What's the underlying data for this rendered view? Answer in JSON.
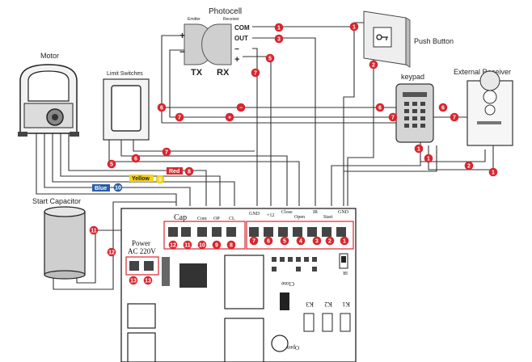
{
  "components": {
    "photocell": {
      "title": "Photocell",
      "emitter": "Emitter",
      "receiver": "Receiver",
      "tx": "TX",
      "rx": "RX",
      "plus": "+",
      "minus": "−",
      "com": "COM",
      "out": "OUT",
      "rx_plus": "+",
      "rx_minus": "−"
    },
    "push_button": {
      "label": "Push Button"
    },
    "motor": {
      "label": "Motor"
    },
    "limit_switches": {
      "label": "Limit Switches"
    },
    "keypad": {
      "label": "keypad"
    },
    "external_receiver": {
      "label": "External Receiver"
    },
    "start_capacitor": {
      "label": "Start Capacitor"
    },
    "wire_labels": {
      "red": "Red",
      "yellow": "Yellow",
      "blue": "Blue"
    },
    "board": {
      "cap": "Cap",
      "com": "Com",
      "op": "OP",
      "cl": "CL",
      "gnd1": "GND",
      "plus12": "+12",
      "close": "Close",
      "open": "Open",
      "ir": "IR",
      "start": "Start",
      "gnd2": "GND",
      "power1": "Power",
      "power2": "AC 220V",
      "k1": "K1",
      "k2": "K2",
      "k3": "K3",
      "close_mirror": "Close",
      "open_mirror": "Open",
      "ir_mirror": "IR"
    }
  },
  "badges": {
    "colors": {
      "red": "#d7272f",
      "blue": "#2a5ea8",
      "yellow": "#f2d21b"
    },
    "numbers": [
      "1",
      "2",
      "3",
      "4",
      "5",
      "6",
      "7",
      "8",
      "9",
      "10",
      "11",
      "12",
      "13"
    ]
  }
}
